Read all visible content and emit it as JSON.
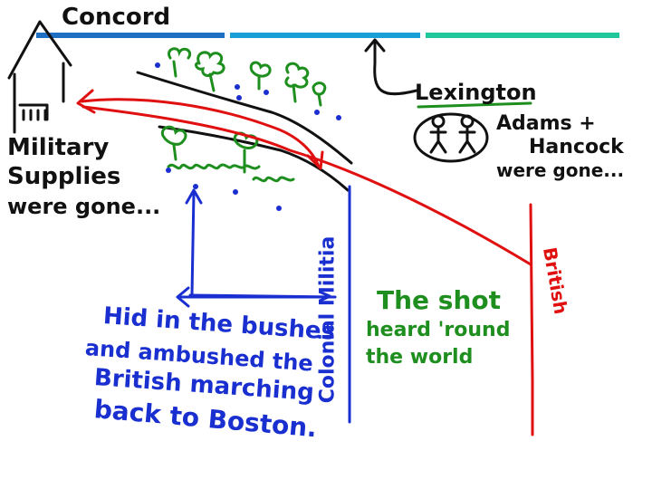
{
  "labels": {
    "concord": "Concord",
    "lexington": "Lexington",
    "military_supplies": [
      "Military",
      "Supplies",
      "were gone..."
    ],
    "adams_hancock": [
      "Adams +",
      "Hancock",
      "were gone..."
    ],
    "colonial_militia": "Colonial Militia",
    "british": "British",
    "shot_heard": [
      "The shot",
      "heard 'round",
      "the world"
    ],
    "ambush": [
      "Hid in the bushes",
      "and ambushed the",
      "British marching",
      "back to Boston."
    ]
  },
  "colors": {
    "ink_black": "#111111",
    "ink_red": "#e01010",
    "ink_blue": "#1a2fd0",
    "ink_green": "#1e8f1e",
    "bar_blue": "#1f6fc4",
    "bar_light_blue": "#1a9fd6",
    "bar_teal": "#1fc79a"
  }
}
